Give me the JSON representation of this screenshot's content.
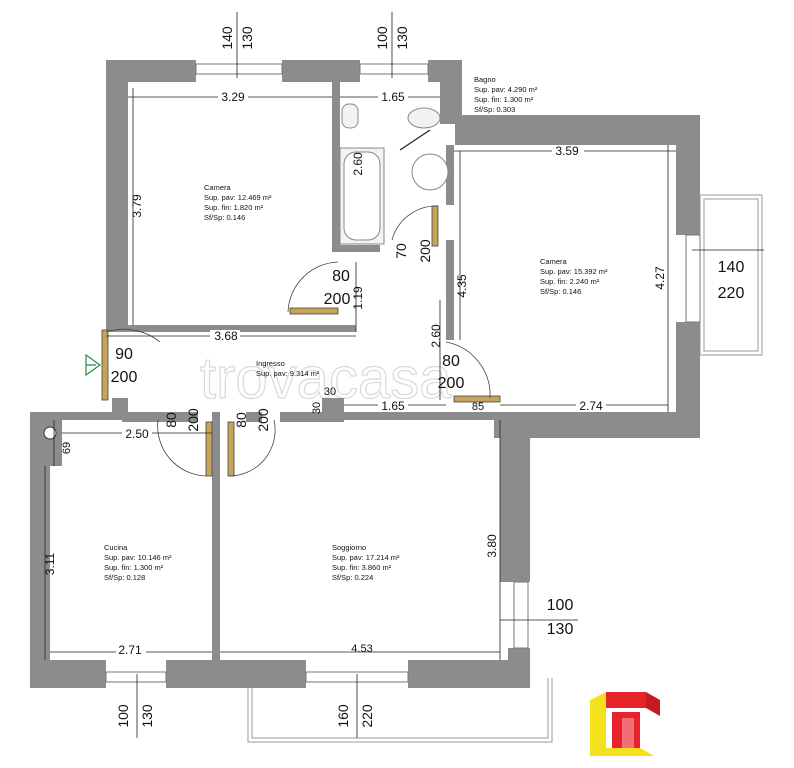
{
  "rooms": {
    "camera1": {
      "name": "Camera",
      "sup_pav": "Sup. pav: 12.469 m²",
      "sup_fin": "Sup. fin:  1.820 m²",
      "ratio": "Sf/Sp:      0.146"
    },
    "bagno": {
      "name": "Bagno",
      "sup_pav": "Sup. pav: 4.290 m²",
      "sup_fin": "Sup. fin:  1.300 m²",
      "ratio": "Sf/Sp:      0.303"
    },
    "camera2": {
      "name": "Camera",
      "sup_pav": "Sup. pav: 15.392 m²",
      "sup_fin": "Sup. fin:  2.240 m²",
      "ratio": "Sf/Sp:      0.146"
    },
    "ingresso": {
      "name": "Ingresso",
      "sup_pav": "Sup. pav: 9.314 m²"
    },
    "cucina": {
      "name": "Cucina",
      "sup_pav": "Sup. pav: 10.146 m²",
      "sup_fin": "Sup. fin:  1.300 m²",
      "ratio": "Sf/Sp:      0.128"
    },
    "soggiorno": {
      "name": "Soggiorno",
      "sup_pav": "Sup. pav: 17.214 m²",
      "sup_fin": "Sup. fin:  3.860 m²",
      "ratio": "Sf/Sp:      0.224"
    }
  },
  "dimensions": {
    "camera1_width": "3.29",
    "camera1_height": "3.79",
    "bagno_width": "1.65",
    "bagno_tub": "2.60",
    "camera2_width": "3.59",
    "camera2_height": "4.35",
    "camera2_wall": "4.27",
    "hall_width": "3.68",
    "hall_height": "1.19",
    "hall_left": "2.60",
    "corridor_width": "1.65",
    "small_a": "30",
    "small_b": "30",
    "small_c": "85",
    "camera2_bottom": "2.74",
    "cucina_top": "2.50",
    "cucina_offset": "69",
    "cucina_height": "3.11",
    "cucina_width": "2.71",
    "soggiorno_height": "3.80",
    "soggiorno_width": "4.53"
  },
  "openings": {
    "win_camera1": {
      "w": "140",
      "h": "130"
    },
    "win_bagno": {
      "w": "100",
      "h": "130"
    },
    "win_camera2": {
      "w": "140",
      "h": "220"
    },
    "win_soggiorno_side": {
      "w": "100",
      "h": "130"
    },
    "win_cucina": {
      "w": "100",
      "h": "130"
    },
    "win_soggiorno_bottom": {
      "w": "160",
      "h": "220"
    },
    "door_entrance": {
      "w": "90",
      "h": "200"
    },
    "door_camera1": {
      "w": "80",
      "h": "200"
    },
    "door_bagno": {
      "w": "70",
      "h": "200"
    },
    "door_camera2": {
      "w": "80",
      "h": "200"
    },
    "door_cucina": {
      "w": "80",
      "h": "200"
    },
    "door_soggiorno": {
      "w": "80",
      "h": "200"
    }
  },
  "watermark": "trovacasa",
  "colors": {
    "wall": "#8c8c8c",
    "door": "#c8a45a",
    "logo_red": "#e8222a",
    "logo_yellow": "#f5e11b"
  }
}
